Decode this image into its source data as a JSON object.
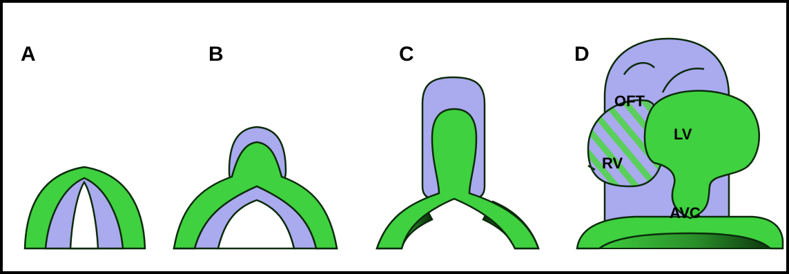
{
  "panels": [
    {
      "letter": "A"
    },
    {
      "letter": "B"
    },
    {
      "letter": "C"
    },
    {
      "letter": "D"
    }
  ],
  "labels": {
    "oft": "OFT",
    "lv": "LV",
    "rv": "RV",
    "avc": "AVC"
  },
  "colors": {
    "myocardium_green": "#3fd13f",
    "endocardium_lavender": "#aaaaee",
    "outline": "#0b2a0b",
    "border": "#000000"
  }
}
